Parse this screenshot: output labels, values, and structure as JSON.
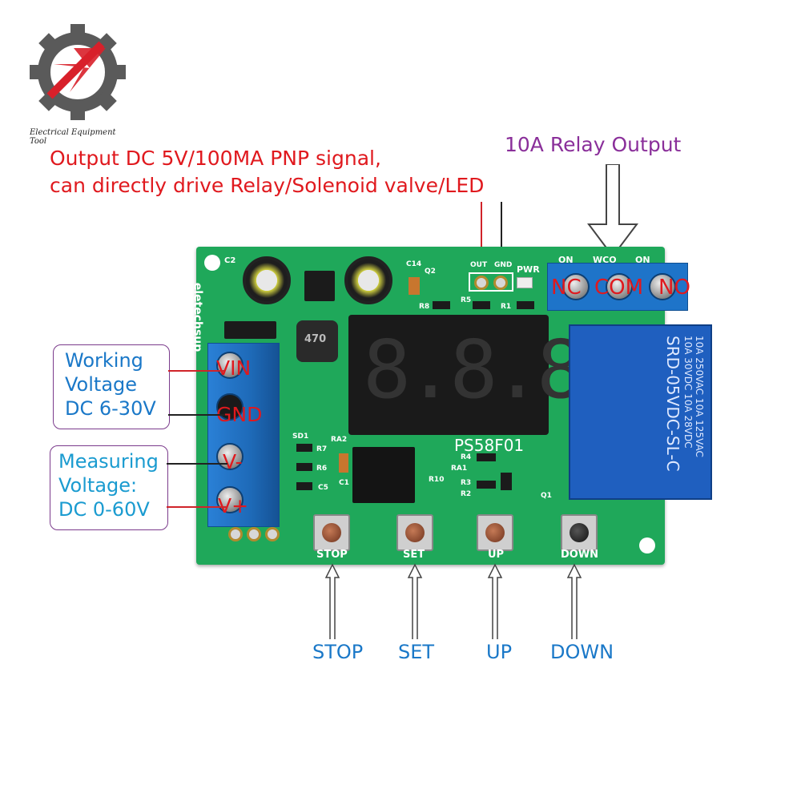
{
  "logo": {
    "caption": "Electrical Equipment Tool"
  },
  "annotations": {
    "signal_line1": "Output DC 5V/100MA PNP signal,",
    "signal_line2": "can directly drive Relay/Solenoid valve/LED",
    "relay_output": "10A Relay Output"
  },
  "power_box": {
    "line1": "Working",
    "line2": "Voltage",
    "line3": "DC 6-30V"
  },
  "measure_box": {
    "line1": "Measuring",
    "line2": "Voltage:",
    "line3": "DC 0-60V"
  },
  "terminals": {
    "left": [
      "VIN",
      "GND",
      "V-",
      "V+"
    ],
    "right": [
      "NC",
      "COM",
      "NO"
    ]
  },
  "board": {
    "model": "PS58F01",
    "brand": "eletechsup",
    "display": "8.8.8.",
    "pwr": "PWR",
    "out": "OUT",
    "gnd": "GND",
    "on_labels": [
      "ON",
      "WCO",
      "ON"
    ],
    "inductor": "470",
    "relay_lines": [
      "10A 250VAC  10A 125VAC",
      "10A 30VDC   10A 28VDC",
      "SRD-05VDC-SL-C"
    ],
    "component_labels": [
      "C2",
      "C14",
      "Q2",
      "R5",
      "R8",
      "R1",
      "SD1",
      "R7",
      "RA2",
      "R6",
      "C5",
      "C1",
      "R4",
      "RA1",
      "R3",
      "R10",
      "R2",
      "Q1"
    ]
  },
  "buttons": [
    "STOP",
    "SET",
    "UP",
    "DOWN"
  ],
  "colors": {
    "annotation_red": "#e0191e",
    "annotation_blue": "#1a78c8",
    "annotation_purple": "#8a2f9a",
    "pcb_green": "#1fa85a",
    "terminal_blue": "#1e74c9"
  }
}
